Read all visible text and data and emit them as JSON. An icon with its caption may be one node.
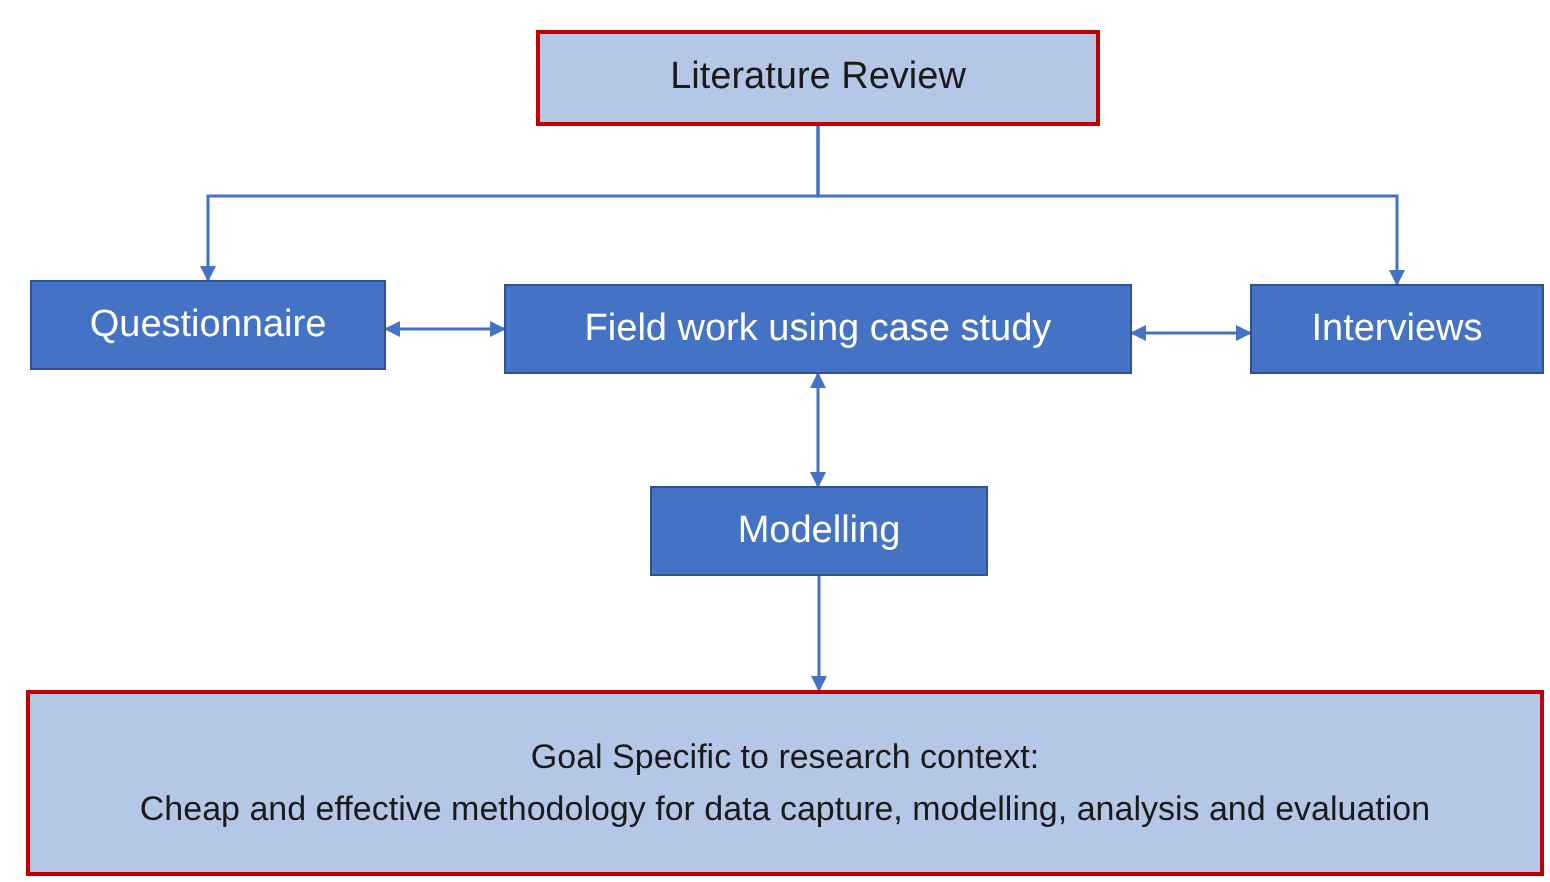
{
  "diagram": {
    "nodes": [
      {
        "text": [
          "Literature Review"
        ]
      },
      {
        "text": [
          "Questionnaire"
        ]
      },
      {
        "text": [
          "Field work using case study"
        ]
      },
      {
        "text": [
          "Interviews"
        ]
      },
      {
        "text": [
          "Modelling"
        ]
      },
      {
        "text": [
          "Goal Specific to research context:",
          "Cheap and effective methodology for data capture, modelling, analysis and evaluation"
        ]
      }
    ],
    "edges": [
      {
        "from": 0,
        "to": 1,
        "arrow": "to"
      },
      {
        "from": 0,
        "to": 3,
        "arrow": "to"
      },
      {
        "from": 1,
        "to": 2,
        "arrow": "both"
      },
      {
        "from": 2,
        "to": 3,
        "arrow": "both"
      },
      {
        "from": 2,
        "to": 4,
        "arrow": "both"
      },
      {
        "from": 4,
        "to": 5,
        "arrow": "to"
      }
    ]
  }
}
